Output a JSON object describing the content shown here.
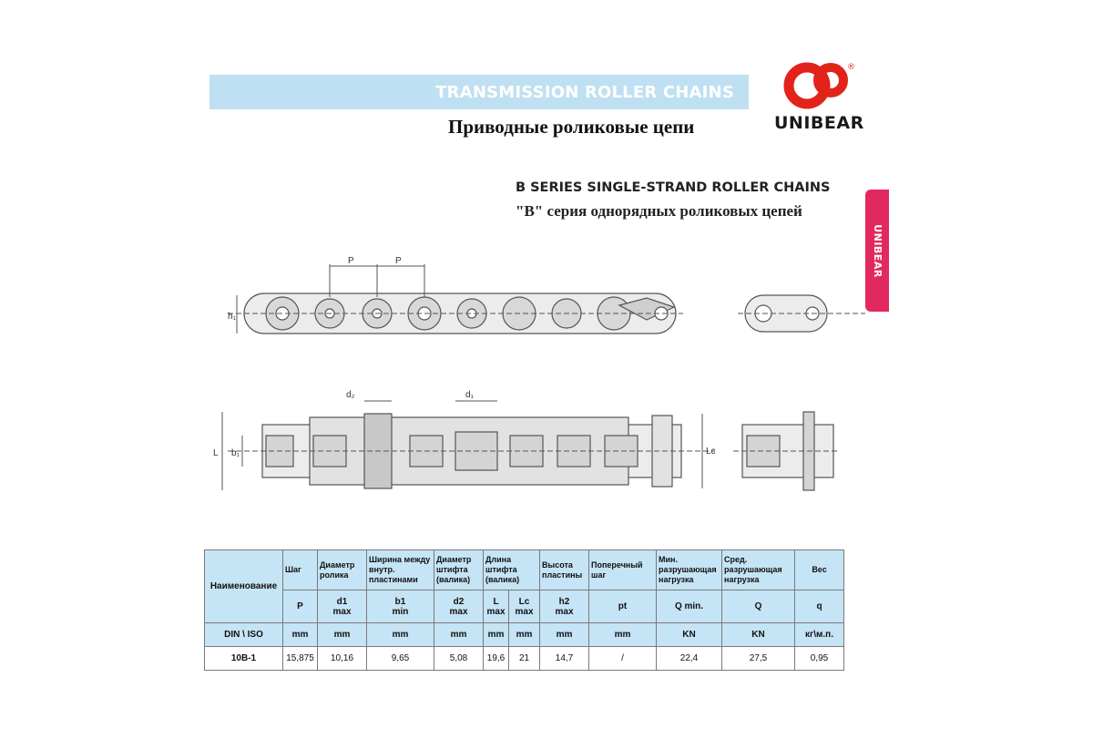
{
  "header": {
    "banner_title": "TRANSMISSION ROLLER CHAINS",
    "subtitle_ru": "Приводные роликовые цепи",
    "brand": "UNIBEAR",
    "registered_mark": "®",
    "side_tab": "UNIBEAR"
  },
  "section": {
    "title_en": "B SERIES SINGLE-STRAND ROLLER CHAINS",
    "title_ru": "\"B\" серия однорядных роликовых цепей"
  },
  "drawing_labels": {
    "p1": "P",
    "p2": "P",
    "h1": "h₁",
    "d2": "d₂",
    "d1": "d₁",
    "b1": "b₁",
    "L": "L",
    "Lc": "Lc"
  },
  "colors": {
    "banner": "#bfe0f2",
    "brand_red": "#e2231a",
    "tab_pink": "#e2295f",
    "header_cell": "#c5e4f5"
  },
  "table": {
    "name_header": "Наименование",
    "din_iso": "DIN \\ ISO",
    "columns": [
      {
        "label": "Шаг",
        "symbol": "P",
        "unit": "mm"
      },
      {
        "label": "Диаметр ролика",
        "symbol": "d1\nmax",
        "unit": "mm"
      },
      {
        "label": "Ширина между внутр. пластинами",
        "symbol": "b1\nmin",
        "unit": "mm"
      },
      {
        "label": "Диаметр штифта (валика)",
        "symbol": "d2\nmax",
        "unit": "mm"
      },
      {
        "label": "Длина штифта (валика)",
        "symbol_a": "L\nmax",
        "symbol_b": "Lc\nmax",
        "unit_a": "mm",
        "unit_b": "mm"
      },
      {
        "label": "Высота пластины",
        "symbol": "h2\nmax",
        "unit": "mm"
      },
      {
        "label": "Поперечный шаг",
        "symbol": "pt",
        "unit": "mm"
      },
      {
        "label": "Мин. разрушающая нагрузка",
        "symbol": "Q min.",
        "unit": "KN"
      },
      {
        "label": "Сред. разрушающая нагрузка",
        "symbol": "Q",
        "unit": "KN"
      },
      {
        "label": "Вес",
        "symbol": "q",
        "unit": "кг\\м.п."
      }
    ],
    "rows": [
      {
        "name": "10B-1",
        "values": [
          "15,875",
          "10,16",
          "9,65",
          "5,08",
          "19,6",
          "21",
          "14,7",
          "/",
          "22,4",
          "27,5",
          "0,95"
        ]
      }
    ]
  }
}
